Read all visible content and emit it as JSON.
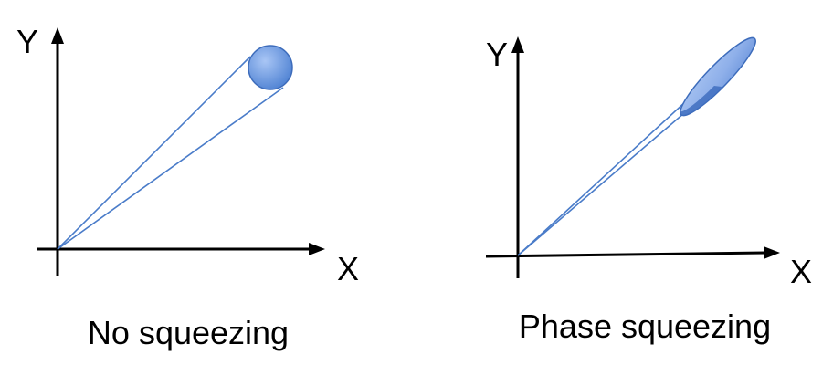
{
  "colors": {
    "axis": "#000000",
    "ray": "#4a7cc9",
    "fill_light": "#8fb4ee",
    "fill_dark": "#3f6fc0",
    "outline": "#3d6cbb"
  },
  "left_panel": {
    "y_axis_label": "Y",
    "x_axis_label": "X",
    "caption": "No squeezing",
    "shape": "circle"
  },
  "right_panel": {
    "y_axis_label": "Y",
    "x_axis_label": "X",
    "caption": "Phase squeezing",
    "shape": "ellipse"
  }
}
